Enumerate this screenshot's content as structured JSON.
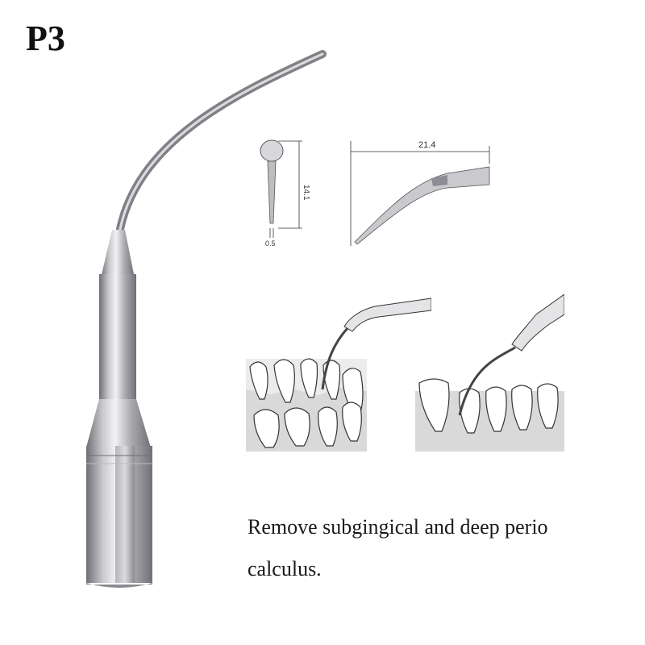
{
  "product": {
    "model": "P3",
    "description": "Remove subgingical and deep perio calculus."
  },
  "dimensions": {
    "height_label": "14.1",
    "tip_width_label": "0.5",
    "length_label": "21.4"
  },
  "colors": {
    "metal_light": "#e8e8ea",
    "metal_mid": "#a9a9ae",
    "metal_dark": "#6e6e74",
    "line": "#333333",
    "gum": "#d9d9d9"
  },
  "icons": {
    "tip_photo": "scaler-tip-photo",
    "front_diagram": "tip-front-view-diagram",
    "side_diagram": "tip-side-view-diagram",
    "usage_left": "lower-arch-usage-illustration",
    "usage_right": "molar-usage-illustration"
  }
}
